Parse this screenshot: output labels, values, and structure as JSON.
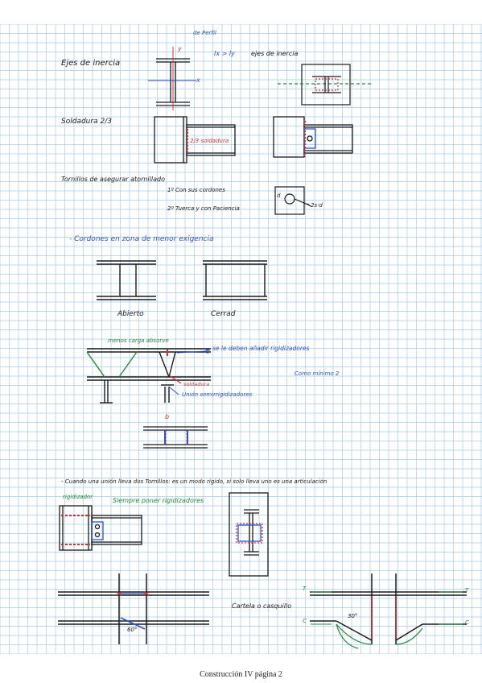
{
  "header": {
    "top_note": "de Perfil"
  },
  "section1": {
    "title": "Ejes de inercia",
    "axis_y": "y",
    "axis_x": "x",
    "inertia_relation": "Ix > Iy",
    "inertia_label": "ejes de inercia"
  },
  "section2": {
    "title": "Soldadura 2/3",
    "weld_label": "2/3 soldadura"
  },
  "section3": {
    "title": "Tornillos de asegurar atornillado",
    "item1": "1º Con sus cordones",
    "item2": "2º Tuerca y con Paciencia",
    "bolt_d": "d",
    "bolt_spacing": "2s·d"
  },
  "section4": {
    "title": "- Cordones en zona de menor exigencia",
    "open_label": "Abierto",
    "closed_label": "Cerrad"
  },
  "section5": {
    "top_note": "menos carga absorve",
    "stiffener_note": "se le deben añadir rigidizadores",
    "min_note": "Como mínimo 2",
    "weld_label": "soldadura",
    "semi_note": "Unión semirrigidizadores",
    "small_b": "b"
  },
  "section6": {
    "title": "- Cuando una unión lleva dos Tornillos: es un modo rígido, si solo lleva uno es una articulación",
    "stiffener_label": "rigidizador",
    "always_note": "Siempre poner rigidizadores",
    "corbel_label": "Cartela o casquillo",
    "angle_a": "60°",
    "angle_b": "30°",
    "marker_T_left": "T",
    "marker_T_right": "T",
    "marker_C_left": "C",
    "marker_C_right": "C"
  },
  "footer": {
    "page_label": "Construcción IV página 2"
  },
  "colors": {
    "grid": "#a8cbe8",
    "ink": "#1a1a1a",
    "blue": "#2c52c9",
    "green": "#1f8a3a",
    "red": "#d23030",
    "gray": "#9a9a9a"
  }
}
